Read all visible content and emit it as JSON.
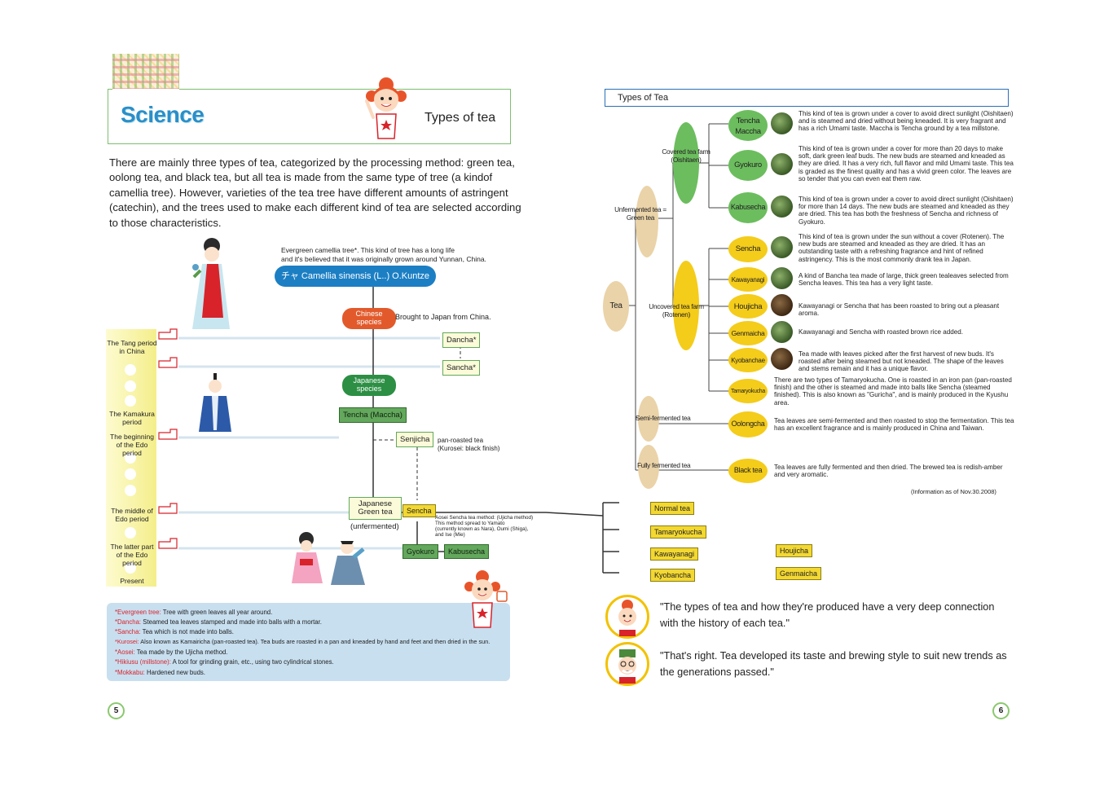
{
  "left_page": {
    "section_word": "Science",
    "title": "Types of tea",
    "intro": "There are mainly three types of tea, categorized by the processing method: green tea, oolong tea, and black tea, but all tea is made from the same type of tree (a kindof camellia tree). However, varieties of the tea tree have different amounts of astringent (catechin), and the trees used to make each different kind of tea are selected according to those characteristics.",
    "tree_note_line1": "Evergreen camellia tree*. This kind of tree has a long life",
    "tree_note_line2": "and it's believed that it was originally grown around Yunnan, China.",
    "root": "チャ Camellia sinensis (L..) O.Kuntze",
    "chinese_species": "Chinese species",
    "brought_note": "Brought to Japan from China.",
    "japanese_species": "Japanese species",
    "periods": {
      "tang": "The Tang period in China",
      "kamakura": "The Kamakura period",
      "edo_begin": "The beginning of the Edo period",
      "edo_middle": "The middle of Edo period",
      "edo_latter": "The latter part of the Edo period",
      "present": "Present"
    },
    "nodes": {
      "dancha": "Dancha*",
      "sancha": "Sancha*",
      "tencha": "Tencha (Maccha)",
      "senjicha": "Senjicha",
      "senjicha_note_1": "pan-roasted tea",
      "senjicha_note_2": "(Kurosei: black finish)",
      "japanese_green": "Japanese Green tea",
      "unfermented": "(unfermented)",
      "sencha": "Sencha",
      "gyokuro": "Gyokuro",
      "kabusecha": "Kabusecha",
      "aosei_1": "Aosei Sencha tea method: (Ujicha method)",
      "aosei_2": "This method spread to Yamato",
      "aosei_3": "(currently known as Nara), Oumi (Shiga),",
      "aosei_4": "and Ise (Mie)"
    },
    "glossary": [
      {
        "term": "*Evergreen tree:",
        "text": " Tree with green leaves all year around."
      },
      {
        "term": "*Dancha:",
        "text": " Steamed tea leaves stamped and made into balls with a mortar."
      },
      {
        "term": "*Sancha:",
        "text": " Tea which is not made into balls."
      },
      {
        "term": "*Kurosei:",
        "text": " Also known as Kamairicha (pan-roasted tea). Tea buds are roasted in a pan and kneaded by hand and feet and then dried in the sun."
      },
      {
        "term": "*Aosei:",
        "text": " Tea made by the Ujicha method."
      },
      {
        "term": "*Hikiusu (millstone):",
        "text": " A tool for grinding grain, etc., using two cylindrical stones."
      },
      {
        "term": "*Mokkabu:",
        "text": " Hardened new buds."
      }
    ],
    "page_number": "5"
  },
  "right_page": {
    "title": "Types of Tea",
    "tea": "Tea",
    "unfermented": "Unfermented tea = Green tea",
    "covered": "Covered tea farm (Oishitaen)",
    "uncovered": "Uncovered tea farm (Rotenen)",
    "semi": "Semi-fermented tea",
    "fully": "Fully fermented tea",
    "types": [
      {
        "name": "Tencha Maccha",
        "desc": "This kind of tea is grown under a cover to avoid direct sunlight (Oishitaen) and is steamed and dried without being kneaded. It is very fragrant and has a rich Umami taste. Maccha is Tencha ground by a tea millstone."
      },
      {
        "name": "Gyokuro",
        "desc": "This kind of tea is grown under a cover for more than 20 days to make soft, dark green leaf buds. The new buds are steamed and kneaded as they are dried. It has a very rich, full flavor and mild Umami taste. This tea is graded as the finest quality and has a vivid green color. The leaves are so tender that you can even eat them raw."
      },
      {
        "name": "Kabusecha",
        "desc": "This kind of tea is grown under a cover to avoid direct sunlight (Oishitaen) for more than 14 days. The new buds are steamed and kneaded as they are dried. This tea has both the freshness of Sencha and richness of Gyokuro."
      },
      {
        "name": "Sencha",
        "desc": "This kind of tea is grown under the sun without a cover (Rotenen). The new buds are steamed and kneaded as they are dried. It has an outstanding taste with a refreshing fragrance and hint of refined astringency. This is the most commonly drank tea in Japan."
      },
      {
        "name": "Kawayanagi",
        "desc": "A kind of Bancha tea made of large, thick green tealeaves selected from Sencha leaves. This tea has a very light taste."
      },
      {
        "name": "Houjicha",
        "desc": "Kawayanagi or Sencha that has been roasted to bring out a pleasant aroma."
      },
      {
        "name": "Genmaicha",
        "desc": "Kawayanagi and Sencha with roasted brown rice added."
      },
      {
        "name": "Kyobanchae",
        "desc": "Tea made with leaves picked after the first harvest of new buds. It's roasted after being steamed but not kneaded. The shape of the leaves and stems remain and it has a unique flavor."
      },
      {
        "name": "Tamaryokucha",
        "desc": "There are two types of Tamaryokucha. One is roasted in an iron pan (pan-roasted finish) and the other is steamed and made into balls like Sencha (steamed finished). This is also known as \"Guricha\", and is mainly produced in the Kyushu area."
      },
      {
        "name": "Oolongcha",
        "desc": "Tea leaves are semi-fermented and then roasted to stop the fermentation. This tea has an excellent fragrance and is mainly produced in China and Taiwan."
      },
      {
        "name": "Black tea",
        "desc": "Tea leaves are fully fermented and then dried. The brewed tea is redish-amber and very aromatic."
      }
    ],
    "info_note": "(Information as of Nov.30.2008)",
    "sencha_tree": {
      "normal": "Normal tea",
      "tamaryokucha": "Tamaryokucha",
      "kawayanagi": "Kawayanagi",
      "kyobancha": "Kyobancha",
      "houjicha": "Houjicha",
      "genmaicha": "Genmaicha"
    },
    "quote1": "\"The types of tea and how they're produced have a very deep connection with the history of each tea.\"",
    "quote2": "\"That's right. Tea developed its taste and brewing style to suit new trends as the generations passed.\"",
    "page_number": "6"
  },
  "colors": {
    "green": "#63a85c",
    "yellow": "#f3d832",
    "orange_red": "#e25a2b",
    "blue": "#1c7fc4",
    "beige": "#ead3a8"
  }
}
